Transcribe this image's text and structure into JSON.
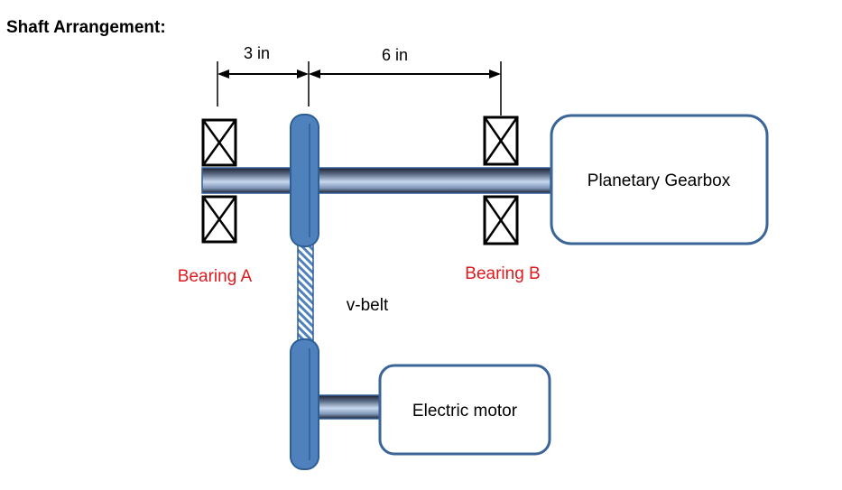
{
  "title": "Shaft Arrangement:",
  "dimensions": {
    "left_span": "3 in",
    "right_span": "6 in"
  },
  "labels": {
    "bearing_a": "Bearing A",
    "bearing_b": "Bearing B",
    "belt": "v-belt",
    "gearbox": "Planetary Gearbox",
    "motor": "Electric motor"
  },
  "colors": {
    "bearing_label": "#e0191e",
    "pulley_fill": "#4f81bd",
    "pulley_stroke": "#2e5e96",
    "box_stroke": "#3a6596",
    "shaft_dark": "#1f1f2e",
    "shaft_light": "#b9cde6"
  }
}
